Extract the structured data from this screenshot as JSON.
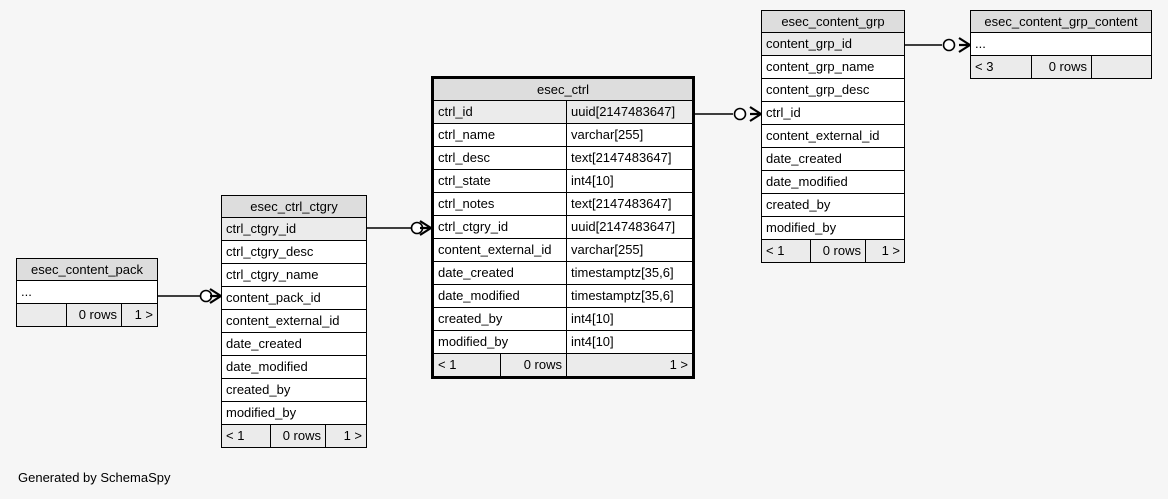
{
  "diagram": {
    "type": "entity-relationship-diagram",
    "generator_credit": "Generated by SchemaSpy",
    "background_color": "#f6f6f6",
    "header_color": "#dddddd",
    "pk_row_color": "#ebebeb",
    "line_color": "#000000"
  },
  "tables": {
    "content_pack": {
      "name": "esec_content_pack",
      "columns": [
        {
          "name": "...",
          "type": "",
          "pk": false
        }
      ],
      "footer": {
        "left": "",
        "middle": "0 rows",
        "right": "1 >"
      }
    },
    "ctrl_ctgry": {
      "name": "esec_ctrl_ctgry",
      "columns": [
        {
          "name": "ctrl_ctgry_id",
          "type": "",
          "pk": true
        },
        {
          "name": "ctrl_ctgry_desc",
          "type": "",
          "pk": false
        },
        {
          "name": "ctrl_ctgry_name",
          "type": "",
          "pk": false
        },
        {
          "name": "content_pack_id",
          "type": "",
          "pk": false
        },
        {
          "name": "content_external_id",
          "type": "",
          "pk": false
        },
        {
          "name": "date_created",
          "type": "",
          "pk": false
        },
        {
          "name": "date_modified",
          "type": "",
          "pk": false
        },
        {
          "name": "created_by",
          "type": "",
          "pk": false
        },
        {
          "name": "modified_by",
          "type": "",
          "pk": false
        }
      ],
      "footer": {
        "left": "< 1",
        "middle": "0 rows",
        "right": "1 >"
      }
    },
    "ctrl": {
      "name": "esec_ctrl",
      "focus": true,
      "columns": [
        {
          "name": "ctrl_id",
          "type": "uuid[2147483647]",
          "pk": true
        },
        {
          "name": "ctrl_name",
          "type": "varchar[255]",
          "pk": false
        },
        {
          "name": "ctrl_desc",
          "type": "text[2147483647]",
          "pk": false
        },
        {
          "name": "ctrl_state",
          "type": "int4[10]",
          "pk": false
        },
        {
          "name": "ctrl_notes",
          "type": "text[2147483647]",
          "pk": false
        },
        {
          "name": "ctrl_ctgry_id",
          "type": "uuid[2147483647]",
          "pk": false
        },
        {
          "name": "content_external_id",
          "type": "varchar[255]",
          "pk": false
        },
        {
          "name": "date_created",
          "type": "timestamptz[35,6]",
          "pk": false
        },
        {
          "name": "date_modified",
          "type": "timestamptz[35,6]",
          "pk": false
        },
        {
          "name": "created_by",
          "type": "int4[10]",
          "pk": false
        },
        {
          "name": "modified_by",
          "type": "int4[10]",
          "pk": false
        }
      ],
      "footer": {
        "left": "< 1",
        "middle": "0 rows",
        "right": "1 >"
      }
    },
    "content_grp": {
      "name": "esec_content_grp",
      "columns": [
        {
          "name": "content_grp_id",
          "type": "",
          "pk": true
        },
        {
          "name": "content_grp_name",
          "type": "",
          "pk": false
        },
        {
          "name": "content_grp_desc",
          "type": "",
          "pk": false
        },
        {
          "name": "ctrl_id",
          "type": "",
          "pk": false
        },
        {
          "name": "content_external_id",
          "type": "",
          "pk": false
        },
        {
          "name": "date_created",
          "type": "",
          "pk": false
        },
        {
          "name": "date_modified",
          "type": "",
          "pk": false
        },
        {
          "name": "created_by",
          "type": "",
          "pk": false
        },
        {
          "name": "modified_by",
          "type": "",
          "pk": false
        }
      ],
      "footer": {
        "left": "< 1",
        "middle": "0 rows",
        "right": "1 >"
      }
    },
    "grp_content": {
      "name": "esec_content_grp_content",
      "columns": [
        {
          "name": "...",
          "type": "",
          "pk": false
        }
      ],
      "footer": {
        "left": "< 3",
        "middle": "0 rows",
        "right": ""
      }
    }
  },
  "relationships": [
    {
      "id": "rel-pack-to-ctgry",
      "from": "esec_content_pack.…",
      "to": "esec_ctrl_ctgry.content_pack_id",
      "from_cardinality": "zero-or-one",
      "to_cardinality": "many"
    },
    {
      "id": "rel-ctgry-to-ctrl",
      "from": "esec_ctrl_ctgry.ctrl_ctgry_id",
      "to": "esec_ctrl.ctrl_ctgry_id",
      "from_cardinality": "zero-or-one",
      "to_cardinality": "many"
    },
    {
      "id": "rel-ctrl-to-grp",
      "from": "esec_ctrl.ctrl_id",
      "to": "esec_content_grp.ctrl_id",
      "from_cardinality": "zero-or-one",
      "to_cardinality": "many"
    },
    {
      "id": "rel-grp-to-grp-content",
      "from": "esec_content_grp.content_grp_id",
      "to": "esec_content_grp_content.…",
      "from_cardinality": "zero-or-one",
      "to_cardinality": "many"
    }
  ]
}
